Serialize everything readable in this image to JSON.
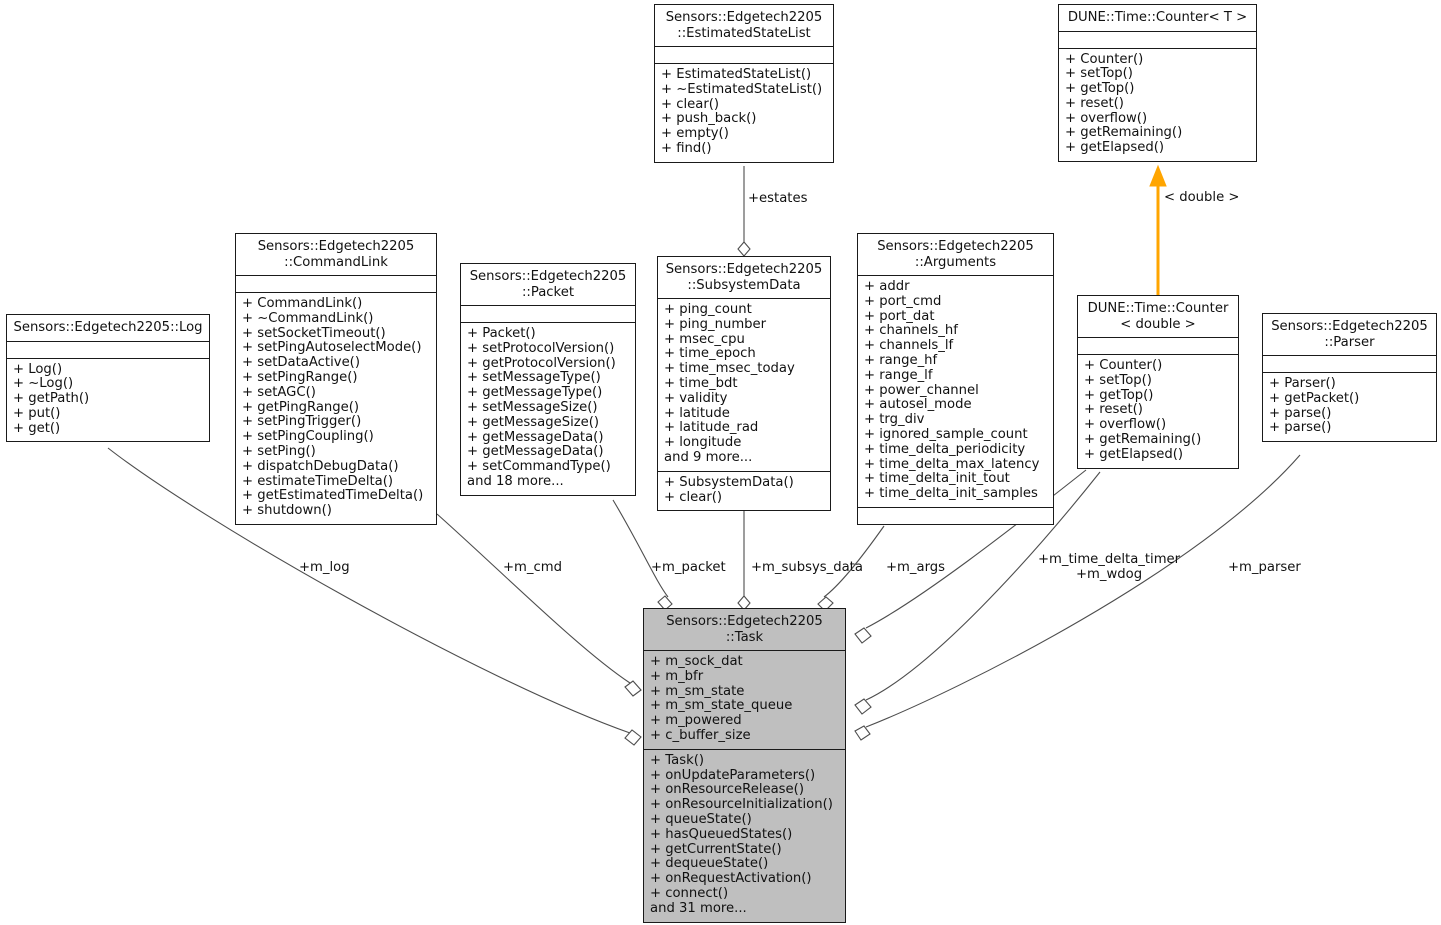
{
  "diagram": {
    "type": "uml-class-diagram",
    "title": "Sensors::Edgetech2205::Task collaboration diagram",
    "colors": {
      "highlight_fill": "#bfbfbf",
      "box_fill": "#ffffff",
      "line": "#4d4d4d",
      "border": "#1a1a1a",
      "template_arrow": "#ffa500",
      "text": "#111111"
    },
    "classes": [
      {
        "id": "estimatedstatelist",
        "title": "Sensors::Edgetech2205\n::EstimatedStateList",
        "attributes": [],
        "operations": [
          "+ EstimatedStateList()",
          "+ ~EstimatedStateList()",
          "+ clear()",
          "+ push_back()",
          "+ empty()",
          "+ find()"
        ],
        "highlight": false
      },
      {
        "id": "counter-t",
        "title": "DUNE::Time::Counter< T >",
        "attributes": [],
        "operations": [
          "+ Counter()",
          "+ setTop()",
          "+ getTop()",
          "+ reset()",
          "+ overflow()",
          "+ getRemaining()",
          "+ getElapsed()"
        ],
        "highlight": false
      },
      {
        "id": "commandlink",
        "title": "Sensors::Edgetech2205\n::CommandLink",
        "attributes": [],
        "operations": [
          "+ CommandLink()",
          "+ ~CommandLink()",
          "+ setSocketTimeout()",
          "+ setPingAutoselectMode()",
          "+ setDataActive()",
          "+ setPingRange()",
          "+ setAGC()",
          "+ getPingRange()",
          "+ setPingTrigger()",
          "+ setPingCoupling()",
          "+ setPing()",
          "+ dispatchDebugData()",
          "+ estimateTimeDelta()",
          "+ getEstimatedTimeDelta()",
          "+ shutdown()"
        ],
        "highlight": false
      },
      {
        "id": "packet",
        "title": "Sensors::Edgetech2205\n::Packet",
        "attributes": [],
        "operations": [
          "+ Packet()",
          "+ setProtocolVersion()",
          "+ getProtocolVersion()",
          "+ setMessageType()",
          "+ getMessageType()",
          "+ setMessageSize()",
          "+ getMessageSize()",
          "+ getMessageData()",
          "+ getMessageData()",
          "+ setCommandType()",
          "and 18 more..."
        ],
        "highlight": false
      },
      {
        "id": "subsystemdata",
        "title": "Sensors::Edgetech2205\n::SubsystemData",
        "attributes": [
          "+ ping_count",
          "+ ping_number",
          "+ msec_cpu",
          "+ time_epoch",
          "+ time_msec_today",
          "+ time_bdt",
          "+ validity",
          "+ latitude",
          "+ latitude_rad",
          "+ longitude",
          "and 9 more..."
        ],
        "operations": [
          "+ SubsystemData()",
          "+ clear()"
        ],
        "highlight": false
      },
      {
        "id": "arguments",
        "title": "Sensors::Edgetech2205\n::Arguments",
        "attributes": [
          "+ addr",
          "+ port_cmd",
          "+ port_dat",
          "+ channels_hf",
          "+ channels_lf",
          "+ range_hf",
          "+ range_lf",
          "+ power_channel",
          "+ autosel_mode",
          "+ trg_div",
          "+ ignored_sample_count",
          "+ time_delta_periodicity",
          "+ time_delta_max_latency",
          "+ time_delta_init_tout",
          "+ time_delta_init_samples"
        ],
        "operations": [],
        "highlight": false
      },
      {
        "id": "counter-double",
        "title": "DUNE::Time::Counter\n< double >",
        "attributes": [],
        "operations": [
          "+ Counter()",
          "+ setTop()",
          "+ getTop()",
          "+ reset()",
          "+ overflow()",
          "+ getRemaining()",
          "+ getElapsed()"
        ],
        "highlight": false
      },
      {
        "id": "parser",
        "title": "Sensors::Edgetech2205\n::Parser",
        "attributes": [],
        "operations": [
          "+ Parser()",
          "+ getPacket()",
          "+ parse()",
          "+ parse()"
        ],
        "highlight": false
      },
      {
        "id": "log",
        "title": "Sensors::Edgetech2205::Log",
        "attributes": [],
        "operations": [
          "+ Log()",
          "+ ~Log()",
          "+ getPath()",
          "+ put()",
          "+ get()"
        ],
        "highlight": false
      },
      {
        "id": "task",
        "title": "Sensors::Edgetech2205\n::Task",
        "attributes": [
          "+ m_sock_dat",
          "+ m_bfr",
          "+ m_sm_state",
          "+ m_sm_state_queue",
          "+ m_powered",
          "+ c_buffer_size"
        ],
        "operations": [
          "+ Task()",
          "+ onUpdateParameters()",
          "+ onResourceRelease()",
          "+ onResourceInitialization()",
          "+ queueState()",
          "+ hasQueuedStates()",
          "+ getCurrentState()",
          "+ dequeueState()",
          "+ onRequestActivation()",
          "+ connect()",
          "and 31 more..."
        ],
        "highlight": true
      }
    ],
    "edge_labels": [
      {
        "id": "estates",
        "text": "+estates"
      },
      {
        "id": "template-double",
        "text": "< double >"
      },
      {
        "id": "m_log",
        "text": "+m_log"
      },
      {
        "id": "m_cmd",
        "text": "+m_cmd"
      },
      {
        "id": "m_packet",
        "text": "+m_packet"
      },
      {
        "id": "m_subsys_data",
        "text": "+m_subsys_data"
      },
      {
        "id": "m_args",
        "text": "+m_args"
      },
      {
        "id": "m_time_delta_timer",
        "text": "+m_time_delta_timer\n+m_wdog"
      },
      {
        "id": "m_parser",
        "text": "+m_parser"
      }
    ]
  }
}
